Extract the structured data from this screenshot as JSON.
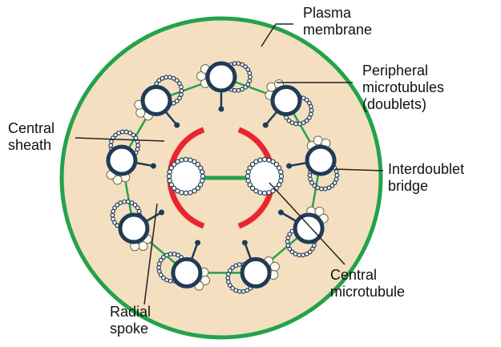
{
  "colors": {
    "outer_ring": "#22a34a",
    "cytoplasm": "#f4dfc0",
    "central_sheath": "#e8262f",
    "tubule_wall": "#1f3b57",
    "tubule_fill": "#ffffff",
    "dynein_arm": "#fffaf0",
    "bridge": "#22a34a",
    "leader": "#222222"
  },
  "labels": {
    "plasma_membrane": [
      "Plasma",
      "membrane"
    ],
    "peripheral_microtubules": [
      "Peripheral",
      "microtubules",
      "(doublets)"
    ],
    "central_sheath": [
      "Central",
      "sheath"
    ],
    "interdoublet_bridge": [
      "Interdoublet",
      "bridge"
    ],
    "central_microtubule": [
      "Central",
      "microtubule"
    ],
    "radial_spoke": [
      "Radial",
      "spoke"
    ]
  }
}
